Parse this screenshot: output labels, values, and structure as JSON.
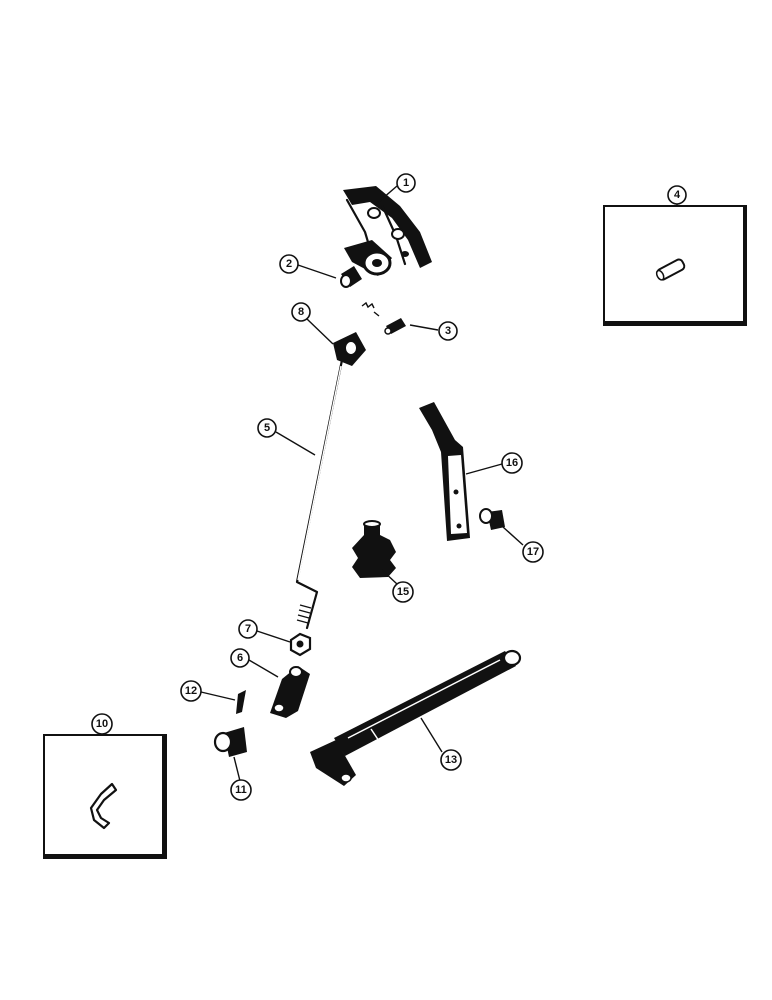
{
  "callouts": {
    "c1": "1",
    "c2": "2",
    "c3": "3",
    "c4": "4",
    "c5": "5",
    "c6": "6",
    "c7": "7",
    "c8": "8",
    "c10": "10",
    "c11": "11",
    "c12": "12",
    "c13": "13",
    "c15": "15",
    "c16": "16",
    "c17": "17"
  }
}
